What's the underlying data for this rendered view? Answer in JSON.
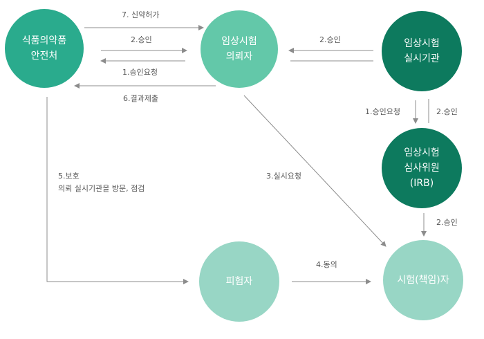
{
  "nodes": {
    "mfds": {
      "lines": [
        "식품의약품",
        "안전처"
      ],
      "color": "#2aab8d"
    },
    "sponsor": {
      "lines": [
        "임상시험",
        "의뢰자"
      ],
      "color": "#63c8a9"
    },
    "site": {
      "lines": [
        "임상시험",
        "실시기관"
      ],
      "color": "#0d7a5e"
    },
    "irb": {
      "lines": [
        "임상시험",
        "심사위원",
        "(IRB)"
      ],
      "color": "#0d7a5e"
    },
    "subject": {
      "lines": [
        "피험자"
      ],
      "color": "#98d6c5"
    },
    "investigator": {
      "lines": [
        "시험(책임)자"
      ],
      "color": "#98d6c5"
    }
  },
  "edge_labels": {
    "license": "7. 신약허가",
    "approve_mfds": "2.승인",
    "request_mfds": "1.승인요청",
    "report": "6.결과제출",
    "approve_site": "2.승인",
    "request_irb": "1.승인요청",
    "approve_irb": "2.승인",
    "conduct": "3.실시요청",
    "protect": "5.보호",
    "inspect": "의뢰 실시기관을 방문, 점검",
    "approve_investigator": "2.승인",
    "consent": "4.동의"
  },
  "colors": {
    "arrow": "#8c8c8c",
    "label": "#555555"
  }
}
